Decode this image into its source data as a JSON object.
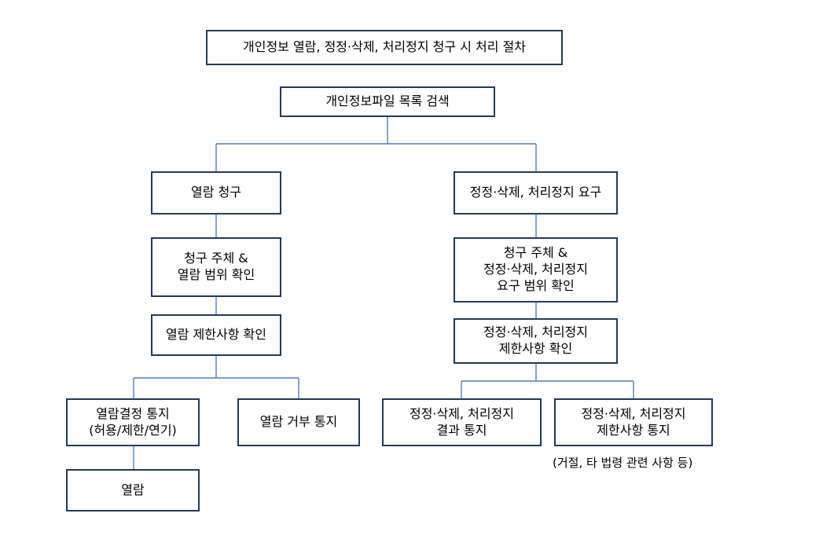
{
  "title": "개인정보 열람, 정정·삭제, 처리정지 청구 시 처리 절차",
  "nodes": {
    "search": "개인정보파일 목록 검색",
    "view_request": "열람 청구",
    "view_check_1": "청구 주체 &",
    "view_check_2": "열람 범위 확인",
    "view_restrict": "열람 제한사항 확인",
    "view_decision_1": "열람결정 통지",
    "view_decision_2": "(허용/제한/연기)",
    "view_refuse": "열람 거부 통지",
    "view": "열람",
    "correct_request": "정정·삭제, 처리정지 요구",
    "correct_check_1": "청구 주체 &",
    "correct_check_2": "정정·삭제, 처리정지",
    "correct_check_3": "요구 범위 확인",
    "correct_restrict_1": "정정·삭제, 처리정지",
    "correct_restrict_2": "제한사항 확인",
    "correct_result_1": "정정·삭제, 처리정지",
    "correct_result_2": "결과 통지",
    "correct_limit_1": "정정·삭제, 처리정지",
    "correct_limit_2": "제한사항 통지"
  },
  "note": "(거절, 타 법령 관련 사항 등)"
}
